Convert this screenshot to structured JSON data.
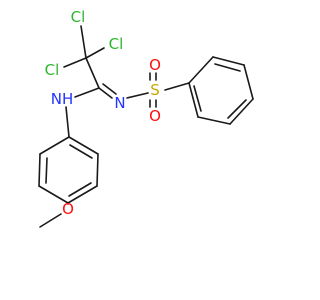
{
  "molecule": {
    "atoms": [
      {
        "id": "cl1",
        "label": "Cl",
        "element": "Cl"
      },
      {
        "id": "cl2",
        "label": "Cl",
        "element": "Cl"
      },
      {
        "id": "cl3",
        "label": "Cl",
        "element": "Cl"
      },
      {
        "id": "nh",
        "label": "NH",
        "element": "N"
      },
      {
        "id": "n_imine",
        "label": "N",
        "element": "N"
      },
      {
        "id": "s",
        "label": "S",
        "element": "S"
      },
      {
        "id": "o_top",
        "label": "O",
        "element": "O"
      },
      {
        "id": "o_bottom",
        "label": "O",
        "element": "O"
      },
      {
        "id": "o_methoxy",
        "label": "O",
        "element": "O"
      }
    ],
    "colors": {
      "bond": "#1a1a1a",
      "Cl": "#2db62d",
      "N": "#2233ff",
      "S": "#c8a800",
      "O": "#ff0d0d"
    }
  }
}
